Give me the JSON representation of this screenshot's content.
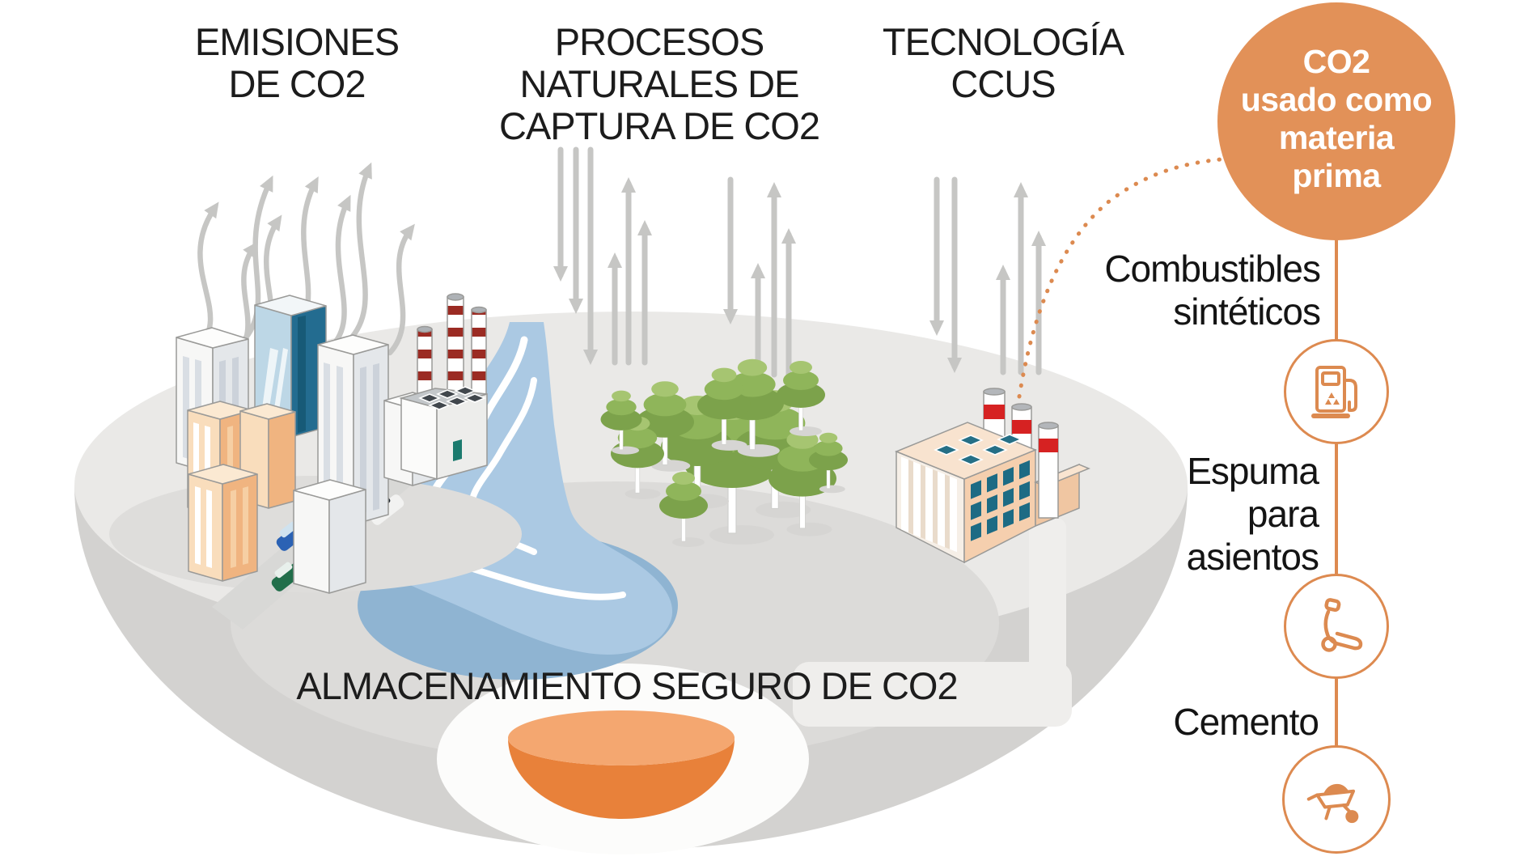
{
  "titles": {
    "emissions": "EMISIONES\nDE CO2",
    "natural": "PROCESOS\nNATURALES DE\nCAPTURA DE CO2",
    "ccus": "TECNOLOGÍA\nCCUS"
  },
  "bubble": {
    "text": "CO2\nusado como\nmateria\nprima"
  },
  "products": [
    {
      "label": "Combustibles\nsintéticos",
      "icon": "fuel-pump-icon"
    },
    {
      "label": "Espuma\npara\nasientos",
      "icon": "car-seat-icon"
    },
    {
      "label": "Cemento",
      "icon": "wheelbarrow-icon"
    }
  ],
  "storage": {
    "label": "ALMACENAMIENTO SEGURO DE CO2"
  },
  "colors": {
    "accent_orange": "#e29158",
    "icon_stroke": "#dc8a50",
    "storage_orange": "#e8823c",
    "arrow_gray": "#c6c6c4",
    "river_blue": "#abc9e3",
    "platform_gray": "#eae9e7"
  }
}
